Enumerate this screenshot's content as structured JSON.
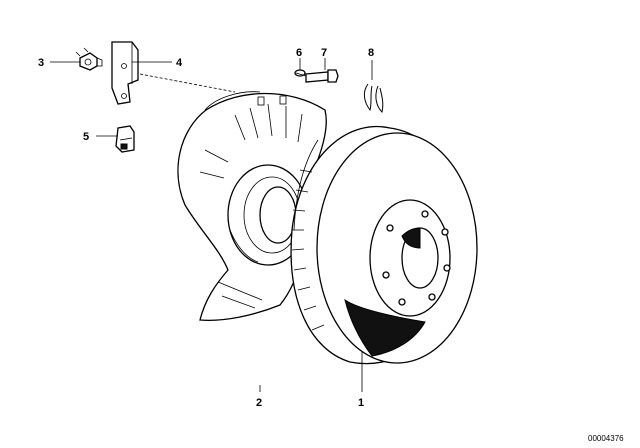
{
  "diagram": {
    "callouts": [
      {
        "id": "1",
        "label": "1"
      },
      {
        "id": "2",
        "label": "2"
      },
      {
        "id": "3",
        "label": "3"
      },
      {
        "id": "4",
        "label": "4"
      },
      {
        "id": "5",
        "label": "5"
      },
      {
        "id": "6",
        "label": "6"
      },
      {
        "id": "7",
        "label": "7"
      },
      {
        "id": "8",
        "label": "8"
      }
    ],
    "drawing_number": "00004376"
  }
}
